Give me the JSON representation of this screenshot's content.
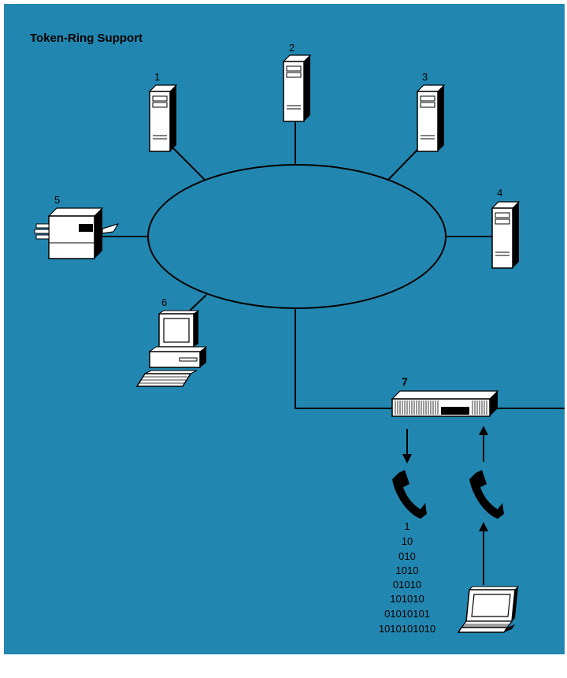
{
  "title": "Token-Ring Support",
  "colors": {
    "background": "#2287b0",
    "outline": "#000000",
    "device_fill": "#ffffff"
  },
  "device_labels": {
    "server_1": "1",
    "server_2": "2",
    "server_3": "3",
    "server_4": "4",
    "printer": "5",
    "workstation": "6",
    "router": "7"
  },
  "binary_lines": [
    "1",
    "10",
    "010",
    "1010",
    "01010",
    "101010",
    "01010101",
    "1010101010"
  ],
  "icons": {
    "server": "tower-server-icon",
    "printer": "printer-icon",
    "workstation": "desktop-computer-icon",
    "router": "router-icon",
    "phone": "telephone-handset-icon",
    "laptop": "laptop-icon",
    "arrow": "arrow-icon"
  }
}
